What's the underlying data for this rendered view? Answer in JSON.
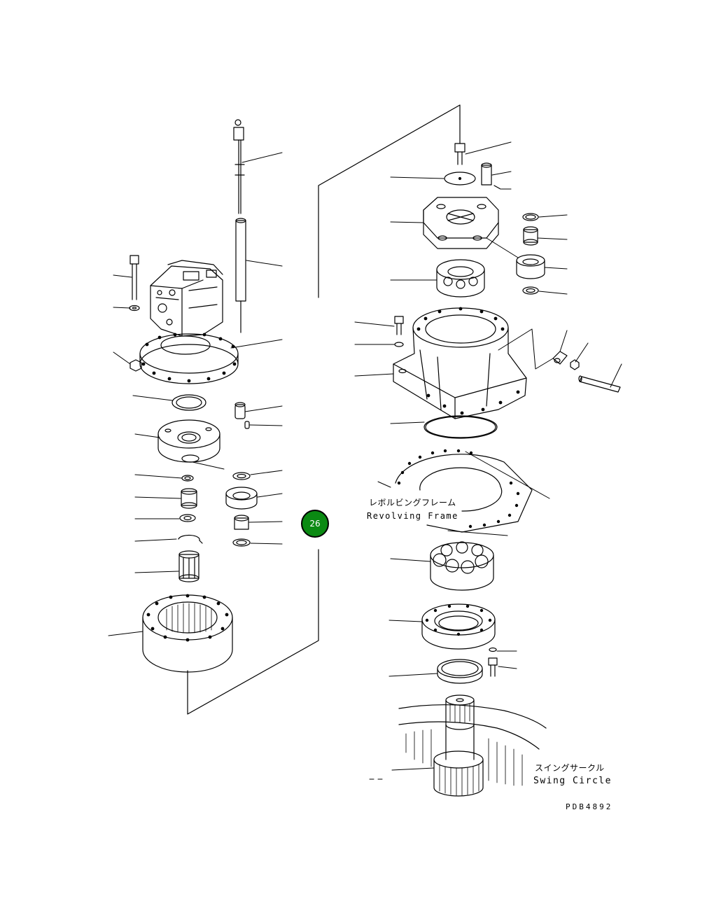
{
  "callout": {
    "number": "26",
    "color": "#0b8a13"
  },
  "labels": {
    "revolving_frame_jp": "レボルビングフレーム",
    "revolving_frame_en": "Revolving Frame",
    "swing_circle_jp": "スイングサークル",
    "swing_circle_en": "Swing Circle",
    "drawing_code": "PDB4892"
  },
  "line_color": "#000000"
}
